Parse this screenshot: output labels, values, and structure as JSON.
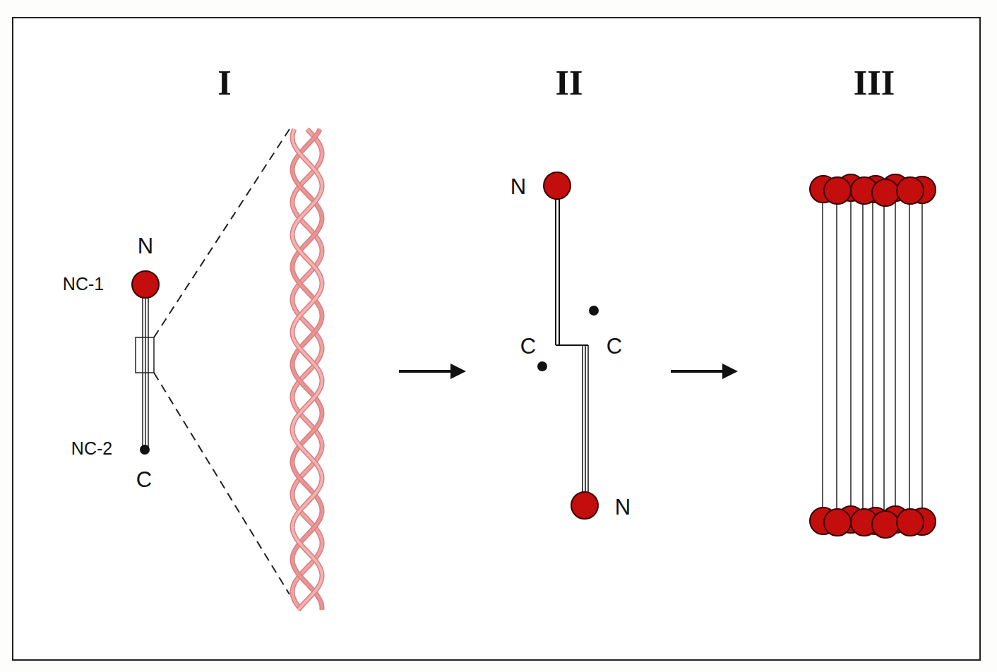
{
  "diagram": {
    "nodes": [
      {
        "text": [
          "I"
        ]
      },
      {
        "text": [
          "II"
        ]
      },
      {
        "text": [
          "III"
        ]
      }
    ],
    "edges": [
      {
        "from": 0,
        "to": 1,
        "arrow": "to"
      },
      {
        "from": 1,
        "to": 2,
        "arrow": "to"
      }
    ],
    "labels": [
      "N",
      "NC-1",
      "NC-2",
      "C",
      "N",
      "C",
      "C",
      "N"
    ]
  }
}
